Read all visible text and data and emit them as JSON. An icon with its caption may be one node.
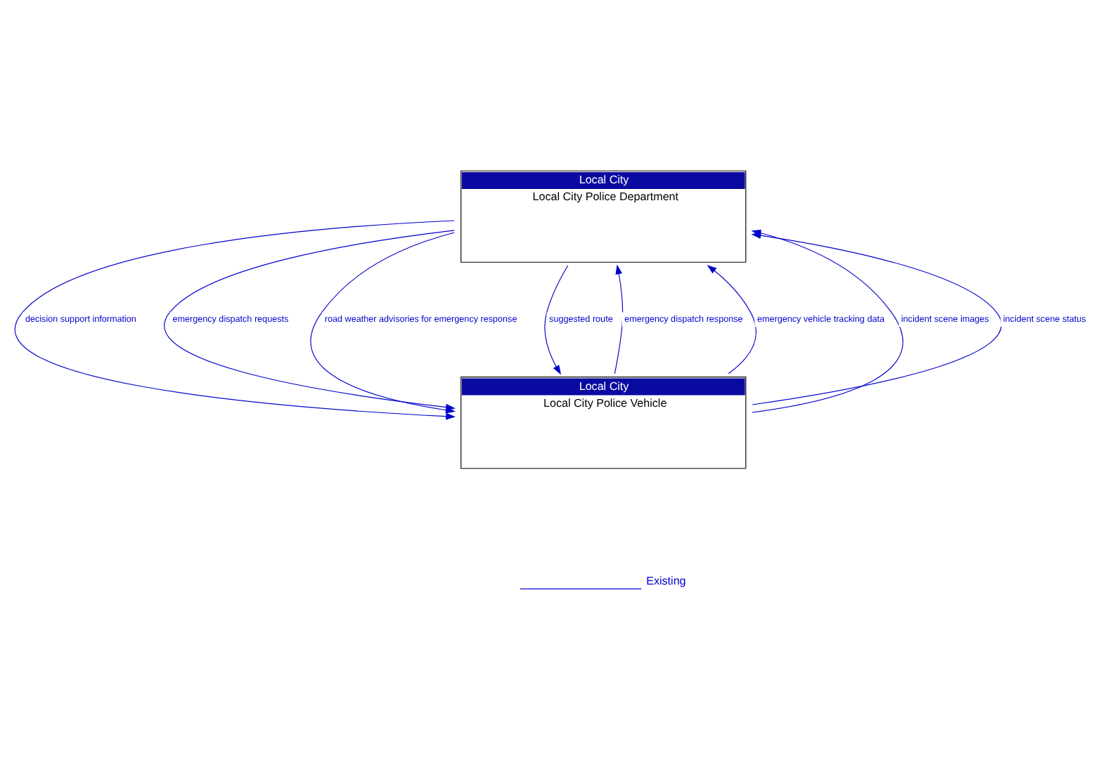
{
  "diagram": {
    "nodes": [
      {
        "text": [
          "Local City",
          "Local City Police Department"
        ]
      },
      {
        "text": [
          "Local City",
          "Local City Police Vehicle"
        ]
      }
    ],
    "edges": [
      {
        "from": 1,
        "to": 0,
        "arrow": "to",
        "label": "emergency dispatch response"
      },
      {
        "from": 1,
        "to": 0,
        "arrow": "to",
        "label": "emergency vehicle tracking data"
      },
      {
        "from": 1,
        "to": 0,
        "arrow": "to",
        "label": "incident scene images"
      },
      {
        "from": 1,
        "to": 0,
        "arrow": "to",
        "label": "incident scene status"
      },
      {
        "from": 0,
        "to": 1,
        "arrow": "to",
        "label": "decision support information"
      },
      {
        "from": 0,
        "to": 1,
        "arrow": "to",
        "label": "emergency dispatch requests"
      },
      {
        "from": 0,
        "to": 1,
        "arrow": "to",
        "label": "road weather advisories for emergency response"
      },
      {
        "from": 0,
        "to": 1,
        "arrow": "to",
        "label": "suggested route"
      }
    ],
    "legend": [
      {
        "text": "Existing"
      }
    ]
  }
}
